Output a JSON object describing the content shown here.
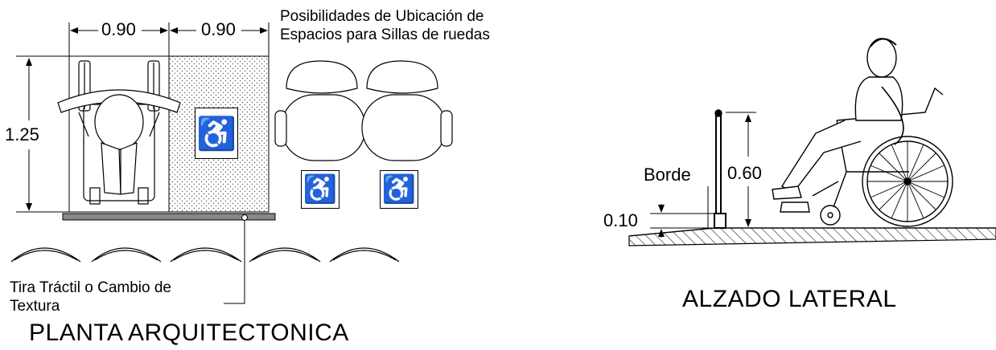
{
  "plan": {
    "dim_width_1": "0.90",
    "dim_width_2": "0.90",
    "dim_depth": "1.25",
    "note_locations_line1": "Posibilidades de Ubicación de",
    "note_locations_line2": "Espacios para Sillas de ruedas",
    "note_strip_line1": "Tira Tráctil o Cambio de",
    "note_strip_line2": "Textura",
    "title": "PLANTA ARQUITECTONICA",
    "wheelchair_symbol": "♿"
  },
  "elevation": {
    "label_edge": "Borde",
    "dim_height": "0.60",
    "dim_edge": "0.10",
    "title": "ALZADO LATERAL"
  }
}
